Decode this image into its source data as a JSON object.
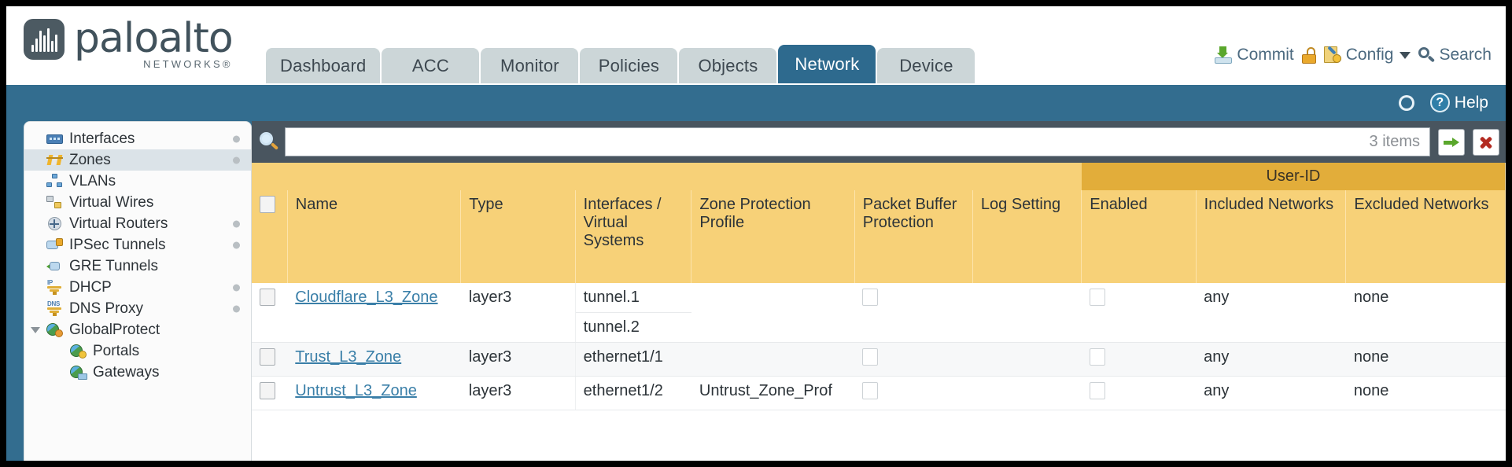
{
  "brand": {
    "name": "paloalto",
    "sub": "NETWORKS®"
  },
  "tabs": [
    {
      "label": "Dashboard",
      "active": false
    },
    {
      "label": "ACC",
      "active": false
    },
    {
      "label": "Monitor",
      "active": false
    },
    {
      "label": "Policies",
      "active": false
    },
    {
      "label": "Objects",
      "active": false
    },
    {
      "label": "Network",
      "active": true
    },
    {
      "label": "Device",
      "active": false
    }
  ],
  "header_tools": {
    "commit": "Commit",
    "config": "Config",
    "search": "Search",
    "lock_icon": "unlocked-padlock-icon",
    "commit_icon": "commit-save-icon",
    "config_icon": "config-wrench-icon",
    "search_icon": "magnifier-icon",
    "caret": "chevron-down-icon"
  },
  "band_tools": {
    "refresh_icon": "refresh-icon",
    "help": "Help",
    "help_icon": "help-question-icon"
  },
  "sidebar": {
    "items": [
      {
        "label": "Interfaces",
        "icon": "interfaces-icon",
        "selected": false,
        "dot": true,
        "child": false,
        "expander": false
      },
      {
        "label": "Zones",
        "icon": "zones-icon",
        "selected": true,
        "dot": true,
        "child": false,
        "expander": false
      },
      {
        "label": "VLANs",
        "icon": "vlans-icon",
        "selected": false,
        "dot": false,
        "child": false,
        "expander": false
      },
      {
        "label": "Virtual Wires",
        "icon": "virtual-wires-icon",
        "selected": false,
        "dot": false,
        "child": false,
        "expander": false
      },
      {
        "label": "Virtual Routers",
        "icon": "virtual-routers-icon",
        "selected": false,
        "dot": true,
        "child": false,
        "expander": false
      },
      {
        "label": "IPSec Tunnels",
        "icon": "ipsec-tunnels-icon",
        "selected": false,
        "dot": true,
        "child": false,
        "expander": false
      },
      {
        "label": "GRE Tunnels",
        "icon": "gre-tunnels-icon",
        "selected": false,
        "dot": false,
        "child": false,
        "expander": false
      },
      {
        "label": "DHCP",
        "icon": "dhcp-icon",
        "selected": false,
        "dot": true,
        "child": false,
        "expander": false
      },
      {
        "label": "DNS Proxy",
        "icon": "dns-proxy-icon",
        "selected": false,
        "dot": true,
        "child": false,
        "expander": false
      },
      {
        "label": "GlobalProtect",
        "icon": "globalprotect-icon",
        "selected": false,
        "dot": false,
        "child": false,
        "expander": true
      },
      {
        "label": "Portals",
        "icon": "portals-icon",
        "selected": false,
        "dot": false,
        "child": true,
        "expander": false
      },
      {
        "label": "Gateways",
        "icon": "gateways-icon",
        "selected": false,
        "dot": false,
        "child": true,
        "expander": false
      }
    ]
  },
  "search_bar": {
    "value": "",
    "placeholder": "",
    "items_count": "3 items",
    "apply_icon": "green-arrow-apply-icon",
    "clear_icon": "red-x-clear-icon",
    "magnifier_icon": "search-magnifier-icon"
  },
  "table": {
    "group_header": "User-ID",
    "columns": [
      "Name",
      "Type",
      "Interfaces / Virtual Systems",
      "Zone Protection Profile",
      "Packet Buffer Protection",
      "Log Setting",
      "Enabled",
      "Included Networks",
      "Excluded Networks"
    ],
    "rows": [
      {
        "name": "Cloudflare_L3_Zone",
        "type": "layer3",
        "interfaces": [
          "tunnel.1",
          "tunnel.2"
        ],
        "zone_protection_profile": "",
        "packet_buffer_protection": false,
        "log_setting": "",
        "userid_enabled": false,
        "included_networks": "any",
        "excluded_networks": "none"
      },
      {
        "name": "Trust_L3_Zone",
        "type": "layer3",
        "interfaces": [
          "ethernet1/1"
        ],
        "zone_protection_profile": "",
        "packet_buffer_protection": false,
        "log_setting": "",
        "userid_enabled": false,
        "included_networks": "any",
        "excluded_networks": "none"
      },
      {
        "name": "Untrust_L3_Zone",
        "type": "layer3",
        "interfaces": [
          "ethernet1/2"
        ],
        "zone_protection_profile": "Untrust_Zone_Prof",
        "packet_buffer_protection": false,
        "log_setting": "",
        "userid_enabled": false,
        "included_networks": "any",
        "excluded_networks": "none"
      }
    ]
  },
  "colors": {
    "brand_blue": "#336d8f",
    "tab_active": "#2e6a8e",
    "tab_inactive": "#ccd6d8",
    "header_amber": "#f7d178",
    "group_amber": "#e2ad3a",
    "link_blue": "#3a7fa8",
    "searchbar_slate": "#49555f"
  }
}
